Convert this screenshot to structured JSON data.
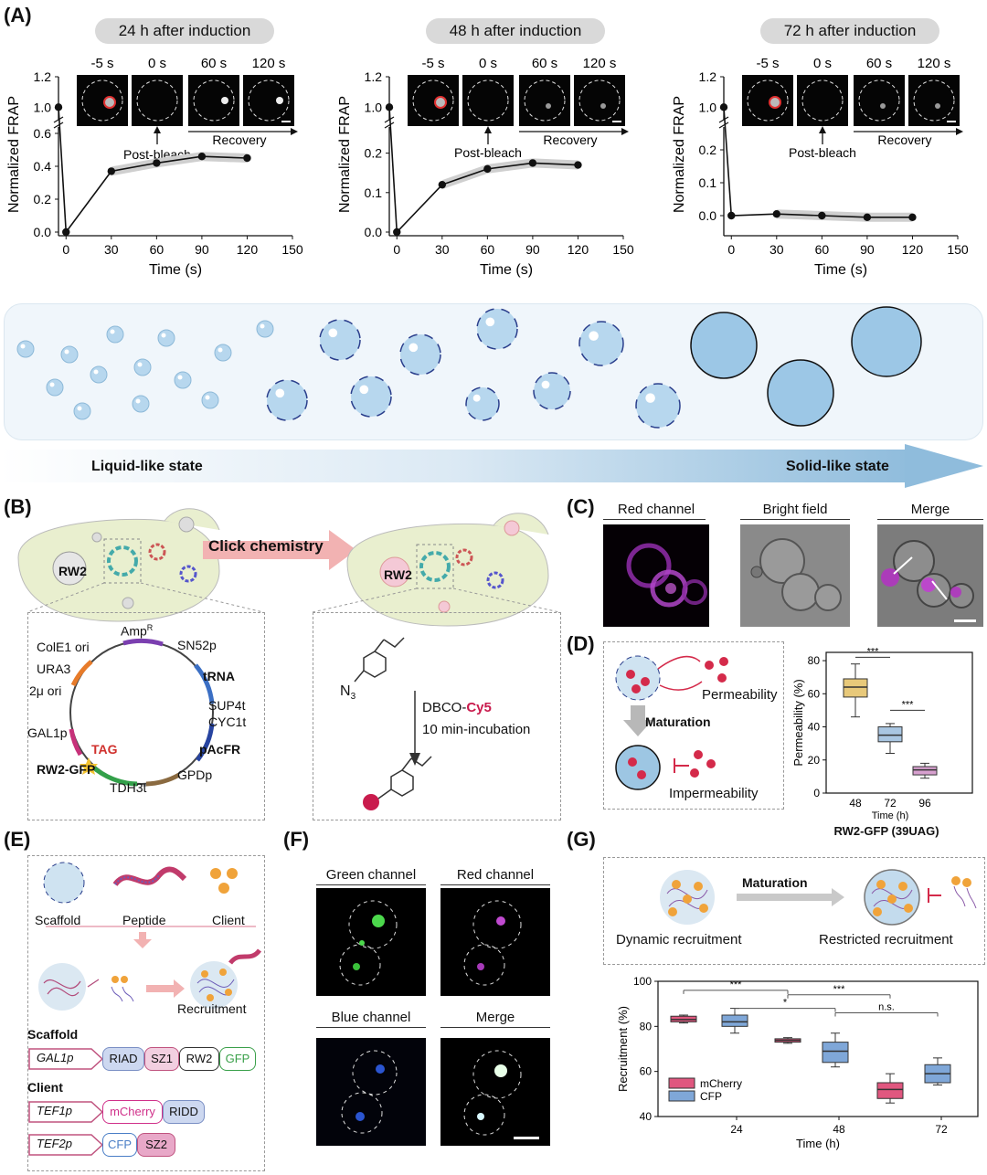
{
  "panel_labels": {
    "A": "(A)",
    "B": "(B)",
    "C": "(C)",
    "D": "(D)",
    "E": "(E)",
    "F": "(F)",
    "G": "(G)"
  },
  "frap": {
    "panels": [
      {
        "title": "24 h after induction"
      },
      {
        "title": "48 h after induction"
      },
      {
        "title": "72 h after induction"
      }
    ],
    "timepoints": [
      "-5 s",
      "0 s",
      "60 s",
      "120 s"
    ],
    "post_bleach": "Post-bleach",
    "recovery": "Recovery",
    "ylabel": "Normalized FRAP",
    "xlabel": "Time (s)",
    "xticks": [
      "0",
      "30",
      "60",
      "90",
      "120",
      "150"
    ]
  },
  "state_bar": {
    "left": "Liquid-like state",
    "right": "Solid-like state"
  },
  "panel_b": {
    "rw2": "RW2",
    "click": "Click chemistry",
    "plasmid": {
      "ampr": "Amp",
      "ampr_sup": "R",
      "sn52p": "SN52p",
      "trna": "tRNA",
      "sup4t": "SUP4t",
      "cyc1t": "CYC1t",
      "pacfr": "pAcFR",
      "gpdp": "GPDp",
      "tdh3t": "TDH3t",
      "rw2gfp": "RW2-GFP",
      "tag": "TAG",
      "gal1p": "GAL1p",
      "two_mu": "2μ ori",
      "ura3": "URA3",
      "cole1": "ColE1 ori"
    },
    "reaction": {
      "n3": "N",
      "n3_sub": "3",
      "reagent_a": "DBCO-",
      "reagent_b": "Cy5",
      "incubation": "10 min-incubation"
    }
  },
  "panel_c": {
    "red": "Red channel",
    "bf": "Bright field",
    "merge": "Merge"
  },
  "panel_d": {
    "permeability": "Permeability",
    "maturation": "Maturation",
    "impermeability": "Impermeability",
    "caption": "RW2-GFP (39UAG)",
    "sig1": "***",
    "sig2": "***"
  },
  "panel_e": {
    "scaffold": "Scaffold",
    "peptide": "Peptide",
    "client": "Client",
    "recruitment": "Recruitment",
    "scaffold_head": "Scaffold",
    "client_head": "Client",
    "gal1p": "GAL1p",
    "riad": "RIAD",
    "sz1": "SZ1",
    "rw2": "RW2",
    "gfp": "GFP",
    "tef1p": "TEF1p",
    "mcherry": "mCherry",
    "ridd": "RIDD",
    "tef2p": "TEF2p",
    "cfp": "CFP",
    "sz2": "SZ2"
  },
  "panel_f": {
    "green": "Green channel",
    "red": "Red channel",
    "blue": "Blue channel",
    "merge": "Merge"
  },
  "panel_g": {
    "maturation": "Maturation",
    "dynamic": "Dynamic recruitment",
    "restricted": "Restricted recruitment",
    "sigs": [
      "***",
      "***",
      "*",
      "n.s."
    ]
  },
  "chart_data": [
    {
      "type": "line",
      "title": "24 h after induction",
      "xlabel": "Time (s)",
      "ylabel": "Normalized FRAP",
      "x": [
        -5,
        0,
        30,
        60,
        90,
        120
      ],
      "y": [
        1.0,
        0.0,
        0.37,
        0.42,
        0.46,
        0.45
      ],
      "xlim": [
        -5,
        150
      ],
      "ylim_lower": [
        0,
        0.6
      ],
      "ylim_upper": [
        0.9,
        1.2
      ]
    },
    {
      "type": "line",
      "title": "48 h after induction",
      "xlabel": "Time (s)",
      "ylabel": "Normalized FRAP",
      "x": [
        -5,
        0,
        30,
        60,
        90,
        120
      ],
      "y": [
        1.0,
        0.0,
        0.12,
        0.16,
        0.175,
        0.17
      ],
      "xlim": [
        -5,
        150
      ],
      "ylim_lower": [
        0,
        0.25
      ],
      "ylim_upper": [
        0.9,
        1.2
      ]
    },
    {
      "type": "line",
      "title": "72 h after induction",
      "xlabel": "Time (s)",
      "ylabel": "Normalized FRAP",
      "x": [
        -5,
        0,
        30,
        60,
        90,
        120
      ],
      "y": [
        1.0,
        0.0,
        0.005,
        0.0,
        -0.005,
        -0.005
      ],
      "xlim": [
        -5,
        150
      ],
      "ylim_lower": [
        -0.05,
        0.25
      ],
      "ylim_upper": [
        0.9,
        1.2
      ]
    },
    {
      "type": "box",
      "xlabel": "Time (h)",
      "ylabel": "Permeability (%)",
      "categories": [
        "48",
        "72",
        "96"
      ],
      "ylim": [
        0,
        85
      ],
      "series": [
        {
          "q1": 58,
          "median": 64,
          "q3": 69,
          "min": 46,
          "max": 78,
          "color": "#e8c97a"
        },
        {
          "q1": 31,
          "median": 35,
          "q3": 40,
          "min": 24,
          "max": 42,
          "color": "#a9c6e2"
        },
        {
          "q1": 11,
          "median": 14,
          "q3": 16,
          "min": 9,
          "max": 18,
          "color": "#d7a0cf"
        }
      ]
    },
    {
      "type": "box",
      "xlabel": "Time (h)",
      "ylabel": "Recruitment (%)",
      "categories": [
        "24",
        "48",
        "72"
      ],
      "ylim": [
        40,
        100
      ],
      "legend": [
        "mCherry",
        "CFP"
      ],
      "series": [
        {
          "name": "mCherry",
          "boxes": [
            {
              "q1": 82,
              "median": 83,
              "q3": 84.5,
              "min": 81.5,
              "max": 85
            },
            {
              "q1": 73,
              "median": 73.8,
              "q3": 74.5,
              "min": 72.5,
              "max": 75
            },
            {
              "q1": 48,
              "median": 52,
              "q3": 55,
              "min": 46,
              "max": 59
            }
          ],
          "color": "#e0577f"
        },
        {
          "name": "CFP",
          "boxes": [
            {
              "q1": 80,
              "median": 82,
              "q3": 85,
              "min": 77,
              "max": 88
            },
            {
              "q1": 64,
              "median": 69,
              "q3": 73,
              "min": 62,
              "max": 77
            },
            {
              "q1": 55,
              "median": 59,
              "q3": 63,
              "min": 54,
              "max": 66
            }
          ],
          "color": "#7fa7d8"
        }
      ]
    }
  ]
}
